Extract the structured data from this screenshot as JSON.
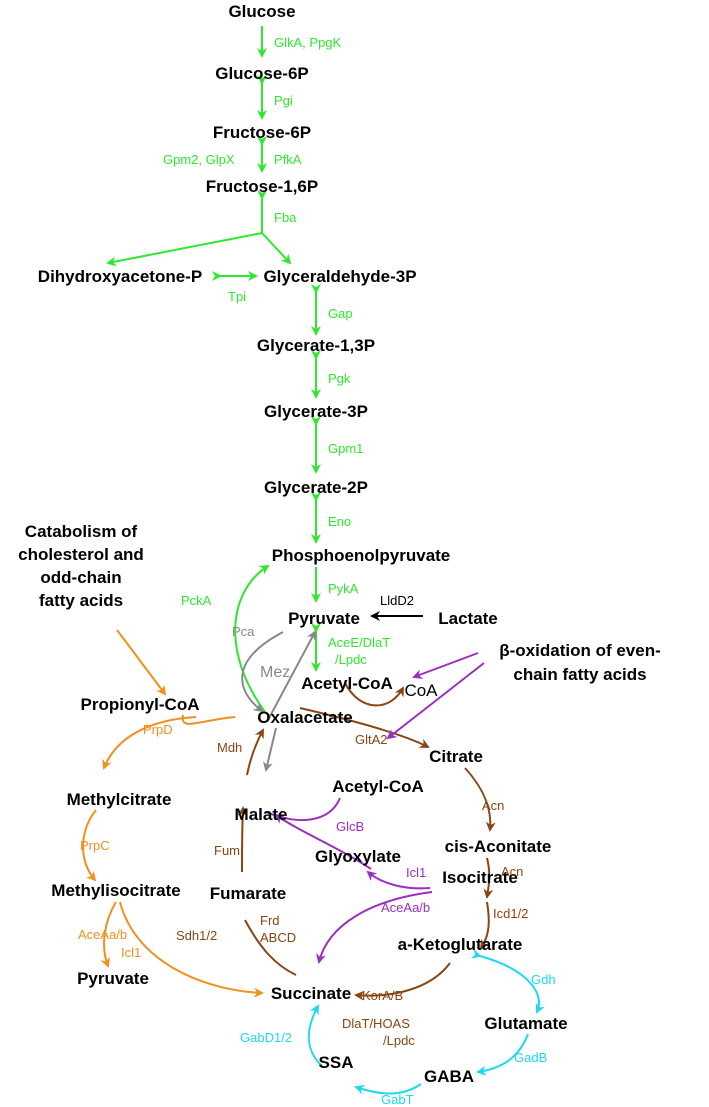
{
  "colors": {
    "glycolysis": "#2ee82e",
    "tca": "#8b4513",
    "glyoxylate": "#9b2fbf",
    "methylcitrate": "#f0901e",
    "gaba": "#1fd8f0",
    "gray": "#888888",
    "black": "#000000"
  },
  "metabolites": {
    "glucose": "Glucose",
    "glucose6p": "Glucose-6P",
    "fructose6p": "Fructose-6P",
    "fructose16p": "Fructose-1,6P",
    "dhap": "Dihydroxyacetone-P",
    "g3p": "Glyceraldehyde-3P",
    "glycerate13p": "Glycerate-1,3P",
    "glycerate3p": "Glycerate-3P",
    "glycerate2p": "Glycerate-2P",
    "pep": "Phosphoenolpyruvate",
    "pyruvate": "Pyruvate",
    "lactate": "Lactate",
    "acetylcoa": "Acetyl-CoA",
    "coa": "CoA",
    "oxalacetate": "Oxalacetate",
    "citrate": "Citrate",
    "cisaconitate": "cis-Aconitate",
    "isocitrate": "Isocitrate",
    "akg": "a-Ketoglutarate",
    "succinate": "Succinate",
    "fumarate": "Fumarate",
    "malate": "Malate",
    "acetylcoa2": "Acetyl-CoA",
    "glyoxylate": "Glyoxylate",
    "propionylcoa": "Propionyl-CoA",
    "methylcitrate": "Methylcitrate",
    "methylisocitrate": "Methylisocitrate",
    "pyruvate2": "Pyruvate",
    "glutamate": "Glutamate",
    "gaba": "GABA",
    "ssa": "SSA"
  },
  "sources": {
    "cholesterol": [
      "Catabolism of",
      "cholesterol and",
      "odd-chain",
      "fatty acids"
    ],
    "betaox": [
      "β-oxidation of even-",
      "chain fatty acids"
    ]
  },
  "enzymes": {
    "glka": "GlkA, PpgK",
    "pgi": "Pgi",
    "gpm2": "Gpm2, GlpX",
    "pfka": "PfkA",
    "fba": "Fba",
    "tpi": "Tpi",
    "gap": "Gap",
    "pgk": "Pgk",
    "gpm1": "Gpm1",
    "eno": "Eno",
    "pyka": "PykA",
    "pcka": "PckA",
    "lldd2": "LldD2",
    "pca": "Pca",
    "mez": "Mez",
    "acee1": "AceE/DlaT",
    "acee2": "/Lpdc",
    "glta2": "GltA2",
    "acn1": "Acn",
    "acn2": "Acn",
    "icd": "Icd1/2",
    "kora": "KorA/B",
    "dlat1": "DlaT/HOAS",
    "dlat2": "/Lpdc",
    "frd1": "Frd",
    "frd2": "ABCD",
    "sdh": "Sdh1/2",
    "fum": "Fum",
    "mdh": "Mdh",
    "glcb": "GlcB",
    "icl1a": "Icl1",
    "aceaa1": "AceAa/b",
    "prpd": "PrpD",
    "prpc": "PrpC",
    "aceaa2": "AceAa/b",
    "icl1b": "Icl1",
    "gdh": "Gdh",
    "gadb": "GadB",
    "gabt": "GabT",
    "gabd": "GabD1/2"
  }
}
